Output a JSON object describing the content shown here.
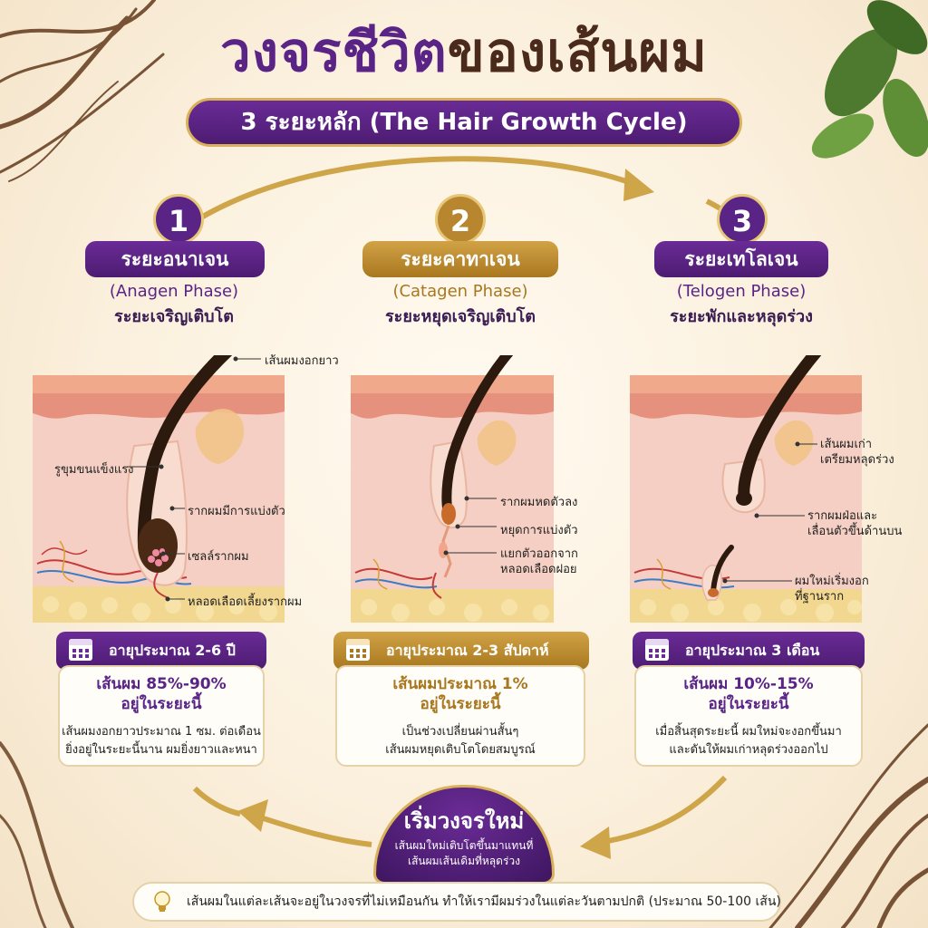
{
  "title": {
    "part1": "วงจรชีวิต",
    "part2": "ของเส้นผม"
  },
  "subtitle": "3 ระยะหลัก (The Hair Growth Cycle)",
  "phases": [
    {
      "number": "1",
      "name_th": "ระยะอนาเจน",
      "name_en": "(Anagen Phase)",
      "desc_th": "ระยะเจริญเติบโต",
      "labels": [
        "เส้นผมงอกยาว",
        "รูขุมขนแข็งแรง",
        "รากผมมีการแบ่งตัว",
        "เซลล์รากผม",
        "หลอดเลือดเลี้ยงรากผม"
      ],
      "duration": "อายุประมาณ 2-6 ปี",
      "percent_line1": "เส้นผม 85%-90%",
      "percent_line2": "อยู่ในระยะนี้",
      "detail_line1": "เส้นผมงอกยาวประมาณ 1 ซม. ต่อเดือน",
      "detail_line2": "ยิ่งอยู่ในระยะนี้นาน ผมยิ่งยาวและหนา",
      "color": "#5a2486"
    },
    {
      "number": "2",
      "name_th": "ระยะคาทาเจน",
      "name_en": "(Catagen Phase)",
      "desc_th": "ระยะหยุดเจริญเติบโต",
      "labels": [
        "รากผมหดตัวลง",
        "หยุดการแบ่งตัว",
        "แยกตัวออกจากหลอดเลือดฝอย"
      ],
      "label3_line1": "แยกตัวออกจาก",
      "label3_line2": "หลอดเลือดฝอย",
      "duration": "อายุประมาณ 2-3 สัปดาห์",
      "percent_line1": "เส้นผมประมาณ 1%",
      "percent_line2": "อยู่ในระยะนี้",
      "detail_line1": "เป็นช่วงเปลี่ยนผ่านสั้นๆ",
      "detail_line2": "เส้นผมหยุดเติบโตโดยสมบูรณ์",
      "color": "#b8862e"
    },
    {
      "number": "3",
      "name_th": "ระยะเทโลเจน",
      "name_en": "(Telogen Phase)",
      "desc_th": "ระยะพักและหลุดร่วง",
      "label1_line1": "เส้นผมเก่า",
      "label1_line2": "เตรียมหลุดร่วง",
      "label2_line1": "รากผมฝ่อและ",
      "label2_line2": "เลื่อนตัวขึ้นด้านบน",
      "label3_line1": "ผมใหม่เริ่มงอก",
      "label3_line2": "ที่ฐานราก",
      "duration": "อายุประมาณ 3 เดือน",
      "percent_line1": "เส้นผม 10%-15%",
      "percent_line2": "อยู่ในระยะนี้",
      "detail_line1": "เมื่อสิ้นสุดระยะนี้ ผมใหม่จะงอกขึ้นมา",
      "detail_line2": "และดันให้ผมเก่าหลุดร่วงออกไป",
      "color": "#5a2486"
    }
  ],
  "cycle": {
    "title": "เริ่มวงจรใหม่",
    "line1": "เส้นผมใหม่เติบโตขึ้นมาแทนที่",
    "line2": "เส้นผมเส้นเดิมที่หลุดร่วง"
  },
  "footer": "เส้นผมในแต่ละเส้นจะอยู่ในวงจรที่ไม่เหมือนกัน ทำให้เรามีผมร่วงในแต่ละวันตามปกติ (ประมาณ 50-100 เส้น)",
  "colors": {
    "purple": "#5a2486",
    "gold": "#b8862e",
    "skin": "#f3c9bd",
    "hair": "#3a2416"
  },
  "icons": [
    "calendar-icon",
    "lightbulb-icon",
    "arrow-icon",
    "leaf-icon"
  ]
}
